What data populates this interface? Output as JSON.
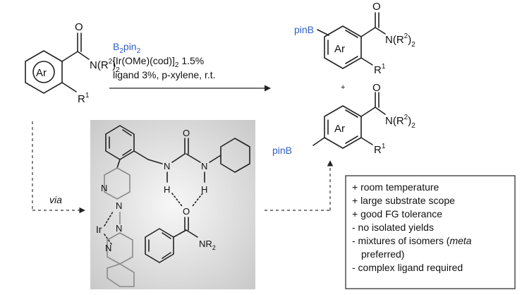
{
  "reagents": {
    "boron": "B",
    "boron_sub": "2",
    "boron_pin": "pin",
    "boron_sub2": "2",
    "catalyst": "[Ir(OMe)(cod)]",
    "catalyst_sub": "2",
    "catalyst_load": " 1.5%",
    "conditions": "ligand 3%, p-xylene, r.t."
  },
  "substrate": {
    "ring": "Ar",
    "amide_o": "O",
    "amide_n": "N(R",
    "amide_sup": "2",
    "amide_close": ")",
    "amide_sub": "2",
    "substituent": "R",
    "substituent_sup": "1"
  },
  "products": {
    "top_pinb": "pinB",
    "top_ring": "Ar",
    "bottom_pinb": "pinB",
    "bottom_ring": "Ar",
    "plus": "+"
  },
  "via_label": "via",
  "complex": {
    "metal": "Ir",
    "n": "N",
    "h": "H",
    "o": "O",
    "carbonyl_o": "O",
    "nr": "NR",
    "nr_sub": "2"
  },
  "notes": [
    "+ room temperature",
    "+ large substrate scope",
    "+ good FG tolerance",
    "- no isolated yields",
    "- mixtures of isomers (",
    "meta",
    "preferred)",
    "- complex ligand required"
  ],
  "colors": {
    "accent": "#2f5fc4",
    "panel": "#d7d7d7"
  }
}
